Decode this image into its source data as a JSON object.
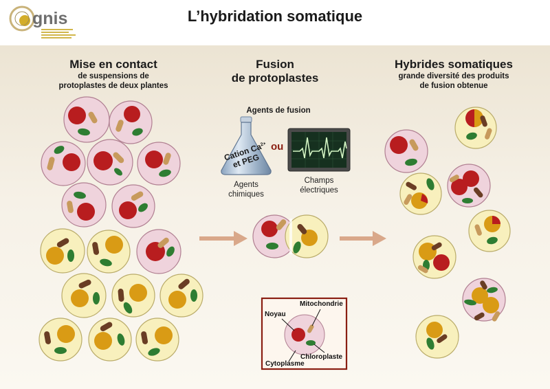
{
  "logo": {
    "name": "gnis"
  },
  "title": "L’hybridation somatique",
  "left": {
    "heading": "Mise en contact",
    "sub1": "de suspensions de",
    "sub2": "protoplastes de deux plantes"
  },
  "middle": {
    "heading1": "Fusion",
    "heading2": "de protoplastes",
    "agents_title": "Agents de fusion",
    "flask_line1": "Cation Ca",
    "flask_sup": "2+",
    "flask_line2": "et PEG",
    "ou": "ou",
    "chem1": "Agents",
    "chem2": "chimiques",
    "elec1": "Champs",
    "elec2": "électriques"
  },
  "right": {
    "heading": "Hybrides somatiques",
    "sub1": "grande diversité des produits",
    "sub2": "de fusion obtenue"
  },
  "legend": {
    "noyau": "Noyau",
    "mitochondrie": "Mitochondrie",
    "chloroplaste": "Chloroplaste",
    "cytoplasme": "Cytoplasme"
  },
  "colors": {
    "pink_cell": "#efd3dc",
    "pink_border": "#b07f91",
    "yellow_cell": "#f8f0bd",
    "yellow_border": "#b9ab69",
    "red_nucleus": "#b81d1f",
    "gold_nucleus": "#d99b15",
    "mito_tan": "#c79a5c",
    "mito_brown": "#6a3d24",
    "chloro": "#2e7d32",
    "arrow": "#d9a88a",
    "frame": "#8a1e12"
  }
}
